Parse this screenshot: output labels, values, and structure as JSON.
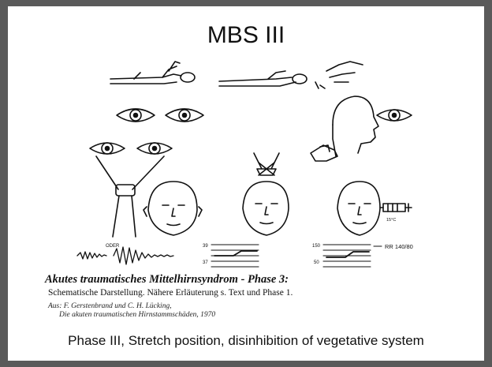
{
  "slide": {
    "title": "MBS III",
    "caption_title": "Akutes traumatisches Mittelhirnsyndrom - Phase 3:",
    "caption_text": "Schematische Darstellung. Nähere Erläuterung s. Text und Phase 1.",
    "caption_source": "Aus: F. Gerstenbrand und C. H. Lücking,",
    "caption_book": "Die akuten traumatischen Hirnstammschäden, 1970",
    "footer": "Phase III, Stretch position, disinhibition of vegetative system"
  },
  "diagram_labels": {
    "eeg_label": "ODER",
    "chart1_ticks": [
      "39",
      "37"
    ],
    "chart2_ticks": [
      "150",
      "50"
    ],
    "blood_pressure": "RR 140/80",
    "temperature": "15°C"
  }
}
